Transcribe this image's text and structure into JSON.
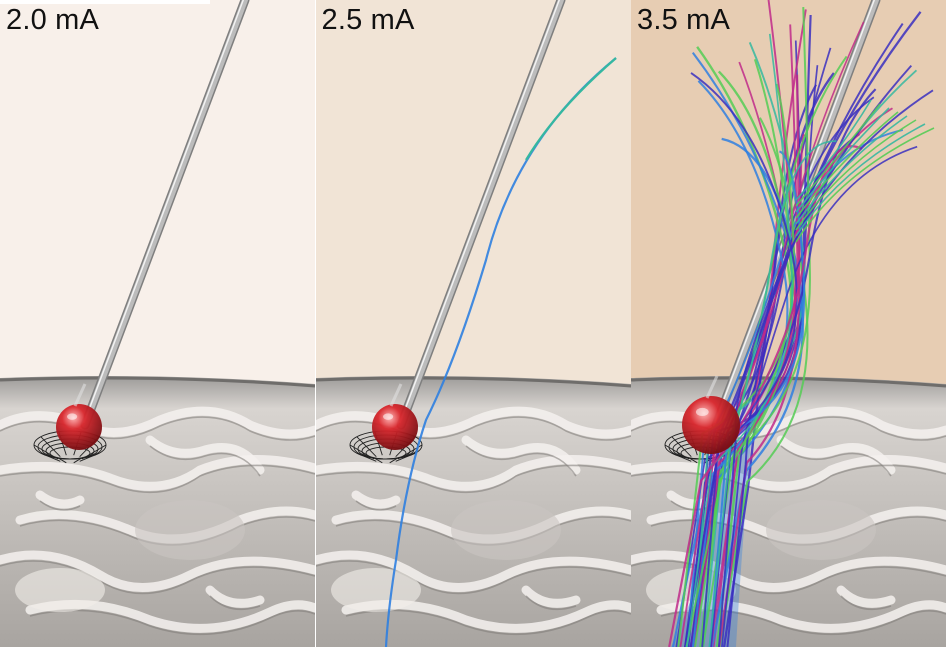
{
  "figure": {
    "panels": [
      {
        "label": "2.0 mA",
        "fiber_count": 0,
        "background": "#f8f0ea"
      },
      {
        "label": "2.5 mA",
        "fiber_count": 1,
        "background": "#f1e4d6"
      },
      {
        "label": "3.5 mA",
        "fiber_count": 40,
        "background": "#e7cdb3"
      }
    ],
    "colors": {
      "electrode_shaft": "#bcbcbc",
      "electrode_contact": "#d9262c",
      "fiber_dark": "#3a2fc0",
      "fiber_mid": "#2f7fe0",
      "fiber_light": "#35b8a0",
      "fiber_green": "#55cc55",
      "fiber_magenta": "#c02a8a",
      "target_mesh": "#222222"
    },
    "icons": {
      "target": "wireframe-mesh-icon",
      "contact": "sphere-icon"
    }
  }
}
